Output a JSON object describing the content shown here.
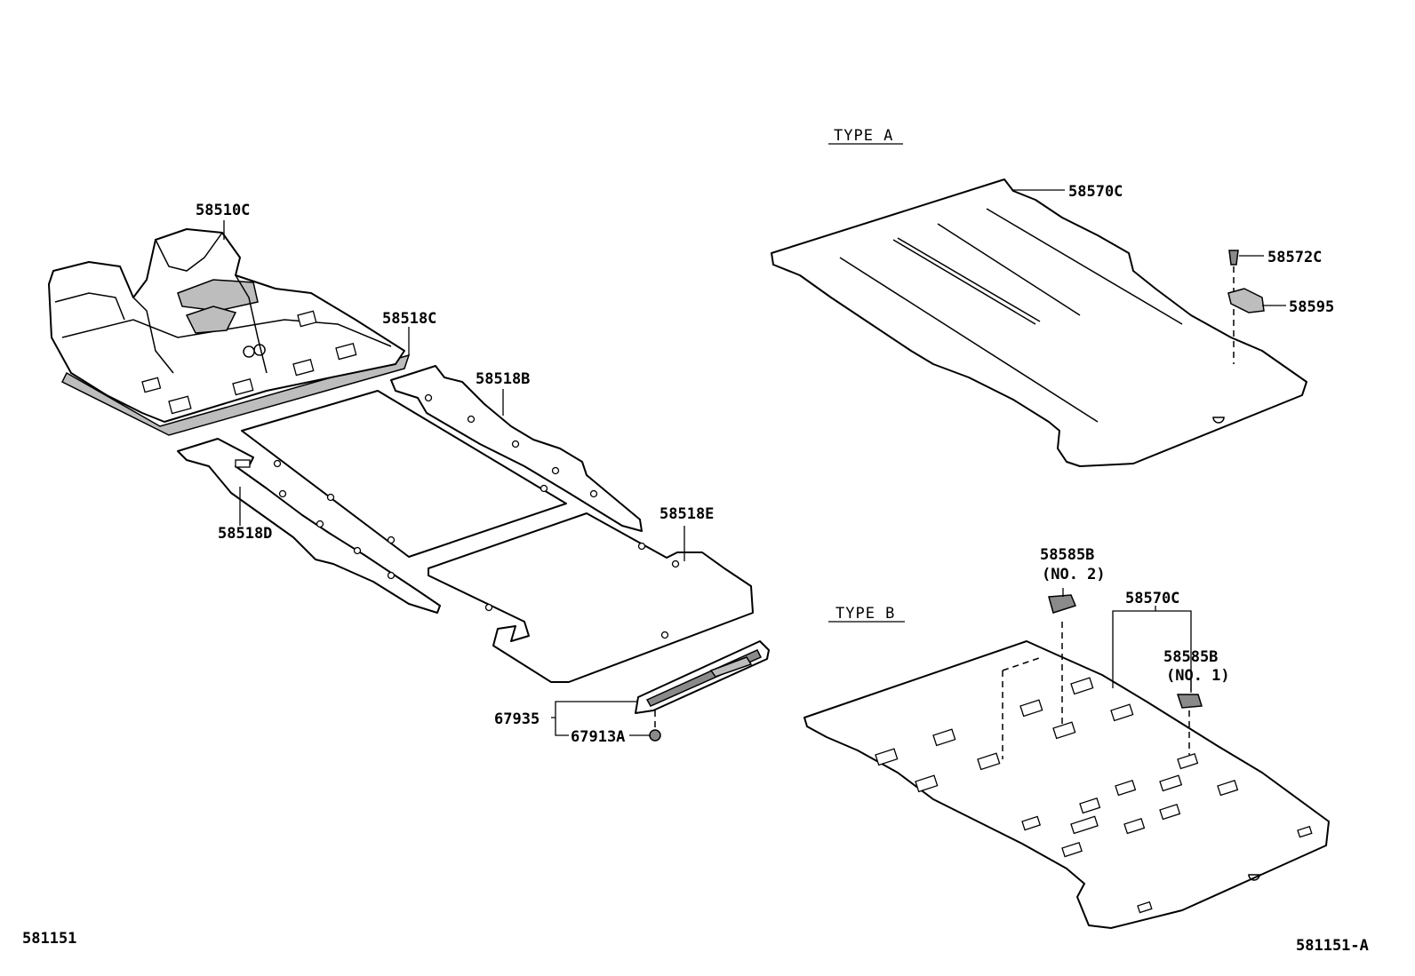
{
  "diagram": {
    "drawing_number": "581151",
    "variant_number": "581151-A",
    "type_a": {
      "header": "TYPE A",
      "labels": [
        "58570C",
        "58572C",
        "58595"
      ]
    },
    "type_b": {
      "header": "TYPE B",
      "labels": [
        "58585B",
        "(NO. 2)",
        "58570C",
        "58585B",
        "(NO. 1)"
      ]
    },
    "main_labels": [
      "58510C",
      "58518C",
      "58518B",
      "58518D",
      "58518E",
      "67935",
      "67913A"
    ]
  }
}
